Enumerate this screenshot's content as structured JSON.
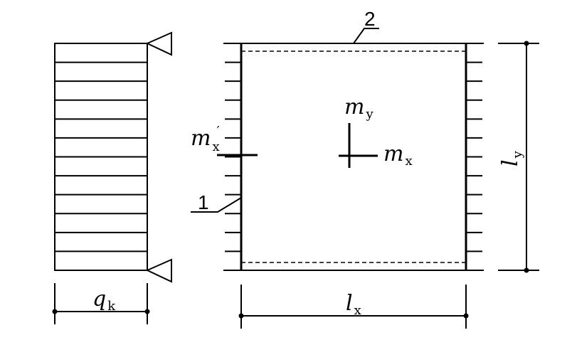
{
  "diagram": {
    "labels": {
      "q_main": "q",
      "q_sub": "k",
      "lx_main": "l",
      "lx_sub": "x",
      "ly_main": "l",
      "ly_sub": "y",
      "my_main": "m",
      "my_sub": "y",
      "mx_main": "m",
      "mx_sub": "x",
      "mxp_main": "m",
      "mxp_sub": "x",
      "mxp_prime": "′",
      "callout_1": "1",
      "callout_2": "2"
    },
    "load_strip_count": 12,
    "colors": {
      "line": "#000000",
      "background": "#ffffff"
    }
  }
}
